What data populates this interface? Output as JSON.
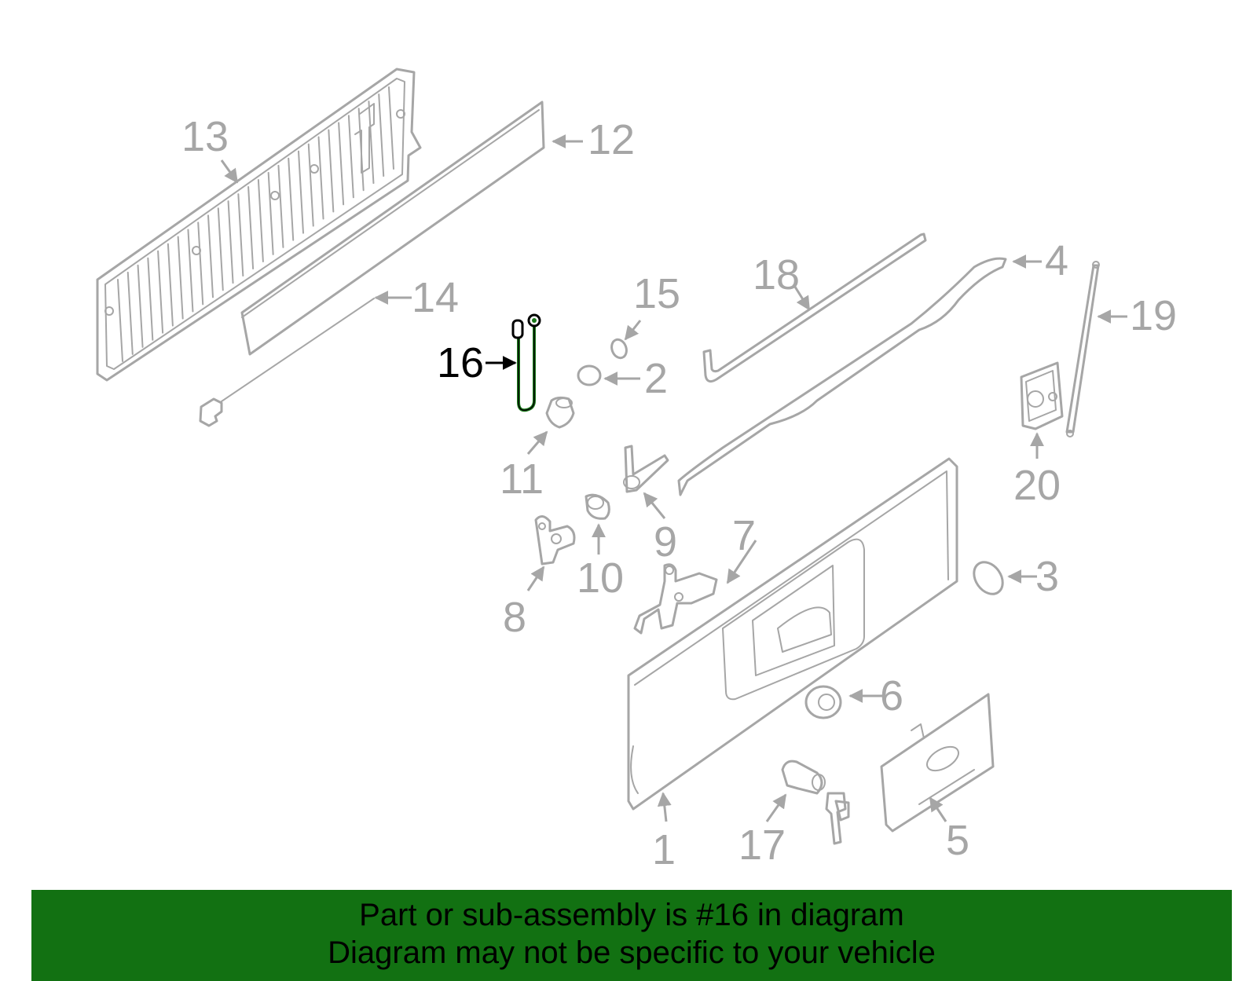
{
  "diagram": {
    "callouts": [
      "1",
      "2",
      "3",
      "4",
      "5",
      "6",
      "7",
      "8",
      "9",
      "10",
      "11",
      "12",
      "13",
      "14",
      "15",
      "16",
      "17",
      "18",
      "19",
      "20"
    ],
    "highlighted_part": "16",
    "colors": {
      "part_lines": "#a6a6a6",
      "highlight": "#000000",
      "highlight_part": "#1a7a1a",
      "banner": "#127112"
    }
  },
  "banner": {
    "line1": "Part or sub-assembly is #16 in diagram",
    "line2": "Diagram may not be specific to your vehicle"
  }
}
